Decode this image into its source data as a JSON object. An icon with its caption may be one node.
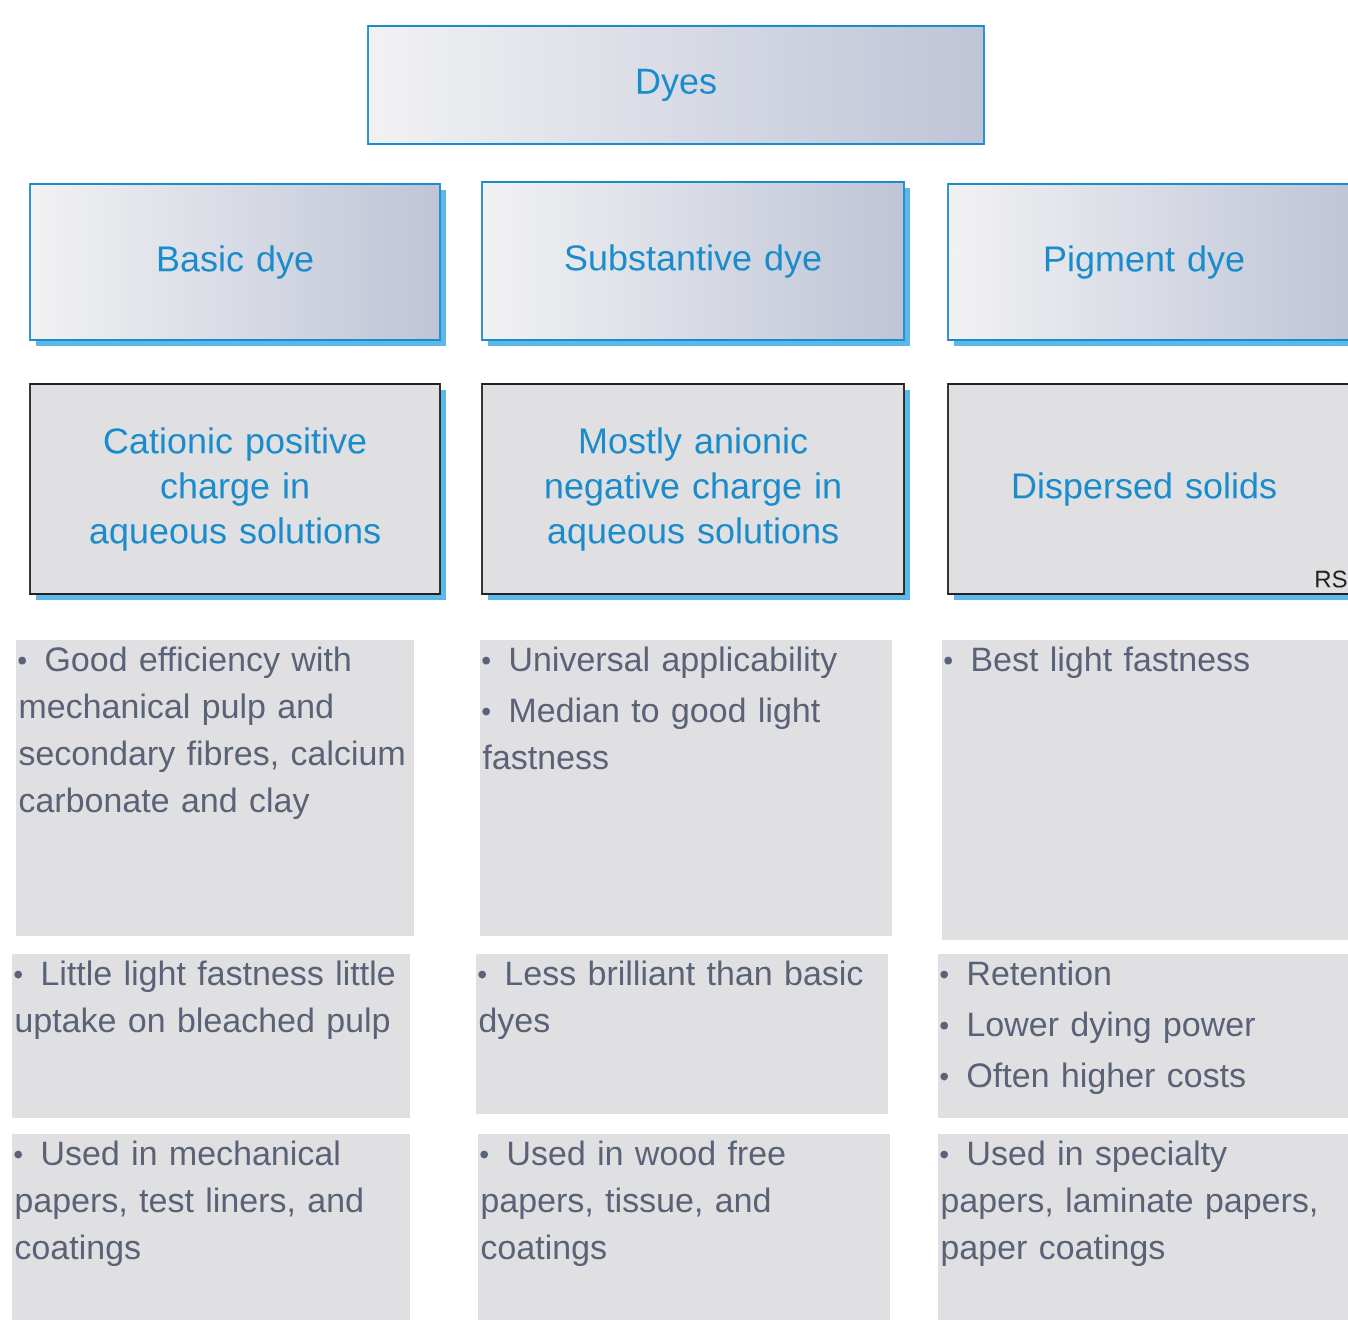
{
  "diagram": {
    "nodes": [
      {
        "text": [
          "Dyes"
        ]
      },
      {
        "text": [
          "Basic dye"
        ]
      },
      {
        "text": [
          "Substantive dye"
        ]
      },
      {
        "text": [
          "Pigment dye"
        ]
      },
      {
        "text": [
          "Cationic positive charge in aqueous solutions"
        ]
      },
      {
        "text": [
          "Mostly anionic negative charge in aqueous solutions"
        ]
      },
      {
        "text": [
          "Dispersed solids"
        ]
      },
      {
        "text": [
          "Good efficiency with mechanical pulp and secondary fibres, calcium carbonate and clay"
        ]
      },
      {
        "text": [
          "Universal applicability",
          "Median to good light fastness"
        ]
      },
      {
        "text": [
          "Best light fastness"
        ]
      },
      {
        "text": [
          "Little light fastness little uptake on bleached pulp"
        ]
      },
      {
        "text": [
          "Less brilliant than basic dyes"
        ]
      },
      {
        "text": [
          "Retention",
          "Lower dying power",
          "Often higher costs"
        ]
      },
      {
        "text": [
          "Used in mechanical papers, test liners, and coatings"
        ]
      },
      {
        "text": [
          "Used in wood free papers, tissue, and coatings"
        ]
      },
      {
        "text": [
          "Used in specialty papers, laminate papers, paper coatings"
        ]
      }
    ],
    "edges": [],
    "labels": [
      "RS"
    ]
  }
}
